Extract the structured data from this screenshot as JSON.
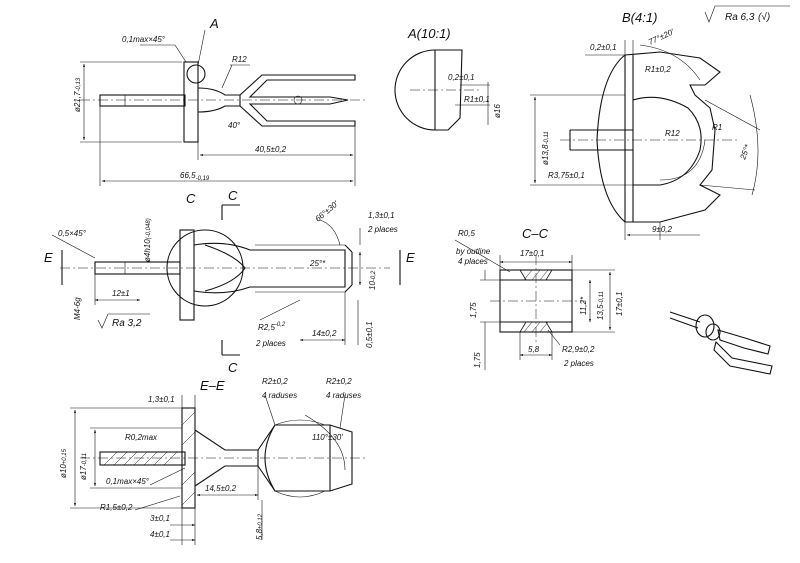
{
  "main_view": {
    "chamfer": "0,1max×45°",
    "view_a": "A",
    "r12": "R12",
    "angle40": "40°",
    "len40": "40,5±0,2",
    "len66": "66,5",
    "len66_tol": "-0,19",
    "dia21": "ø21,7",
    "dia21_tol": "-0,13"
  },
  "view_a_detail": {
    "title": "A(10:1)",
    "d1": "0,2±0,1",
    "d2": "R1±0,1",
    "d3": "ø16"
  },
  "view_b_detail": {
    "title": "B(4:1)",
    "roughness": "Ra 6,3",
    "roughness_suffix": "(√)",
    "d_top": "0,2±0,1",
    "angle": "77°±20'",
    "r1": "R1±0,2",
    "r12": "R12",
    "r1b": "R1",
    "angle25": "25°*",
    "dia138": "ø13,8",
    "dia138_tol": "-0,11",
    "r375": "R3,75±0,1",
    "w9": "9±0,2"
  },
  "side_view": {
    "c_left": "C",
    "c_right": "C",
    "c_bottom": "C",
    "chamfer": "0,5×45°",
    "e_left": "E",
    "e_right": "E",
    "dia4": "ø4h10",
    "dia4_tol": "(-0,048)",
    "angle66": "66°±30'",
    "d13": "1,3±0,1",
    "places2": "2 places",
    "angle25": "25°*",
    "dim10": "10",
    "dim10_tol": "-0,2",
    "m4": "M4-6g",
    "dim12": "12±1",
    "ra32": "Ra 3,2",
    "r25": "R2,5",
    "r25_tol": "-0,2",
    "places2b": "2 places",
    "dim14": "14±0,2",
    "dim05": "0,5±0,1"
  },
  "section_cc": {
    "title": "C–C",
    "r05": "R0,5",
    "by_outline": "by outline",
    "places4": "4 places",
    "dim17": "17±0,1",
    "dim175": "1,75",
    "dim112": "11,2*",
    "dim135": "13,5",
    "dim135_tol": "-0,11",
    "dim17v": "17±0,1",
    "dim175b": "1,75",
    "dim58": "5,8",
    "r29": "R2,9±0,2",
    "places2": "2 places"
  },
  "section_ee": {
    "title": "E–E",
    "dim13": "1,3±0,1",
    "r2a": "R2±0,2",
    "radii_a": "4 raduses",
    "r2b": "R2±0,2",
    "radii_b": "4 raduses",
    "r02": "R0,2max",
    "angle110": "110°±30'",
    "dia10": "ø10",
    "dia10_tol": "+0,15",
    "dia17": "ø17",
    "dia17_tol": "-0,11",
    "chamfer": "0,1max×45°",
    "dim145": "14,5±0,2",
    "r15": "R1,5±0,2",
    "dim3": "3±0,1",
    "dim4": "4±0,1",
    "dim58": "5,8",
    "dim58_tol": "±0,12"
  }
}
